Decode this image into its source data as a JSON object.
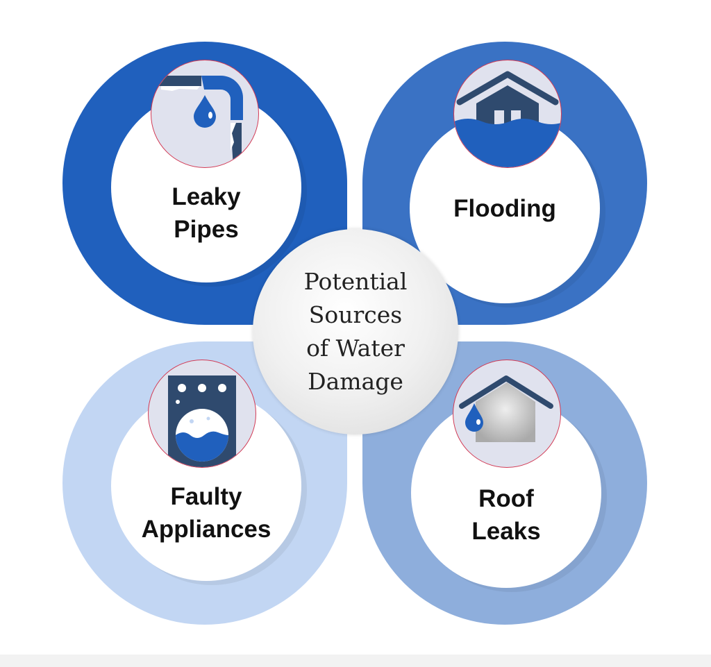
{
  "title": [
    "Potential",
    "Sources",
    "of Water",
    "Damage"
  ],
  "items": [
    {
      "label": [
        "Leaky",
        "Pipes"
      ],
      "icon": "leaky-pipe-icon",
      "color": "#2060bd"
    },
    {
      "label": [
        "Flooding"
      ],
      "icon": "flooded-house-icon",
      "color": "#3a72c4"
    },
    {
      "label": [
        "Faulty",
        "Appliances"
      ],
      "icon": "washing-machine-icon",
      "color": "#c2d6f3"
    },
    {
      "label": [
        "Roof",
        "Leaks"
      ],
      "icon": "roof-leak-icon",
      "color": "#8eaedc"
    }
  ]
}
